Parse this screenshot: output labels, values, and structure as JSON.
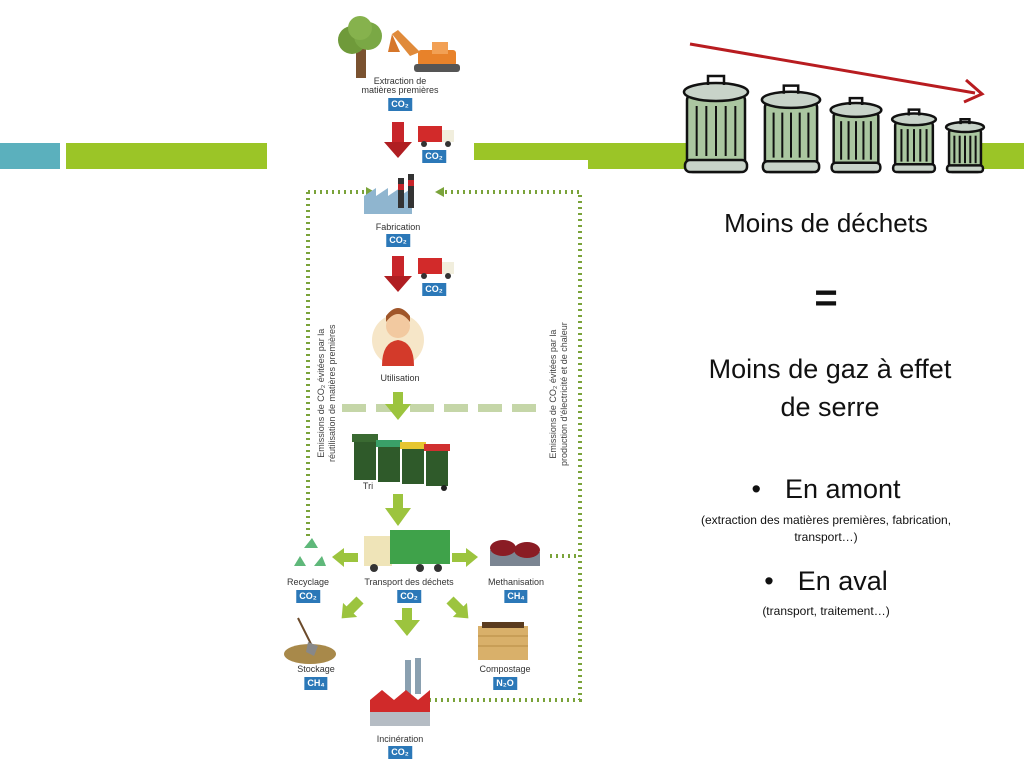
{
  "colors": {
    "teal_bar": "#5bb0bd",
    "green_bar": "#9bc527",
    "gas_badge": "#2b78b8",
    "trend_arrow": "#b81c20",
    "dotted_loop": "#7aa33a",
    "flow_arrow": "#9cc43e",
    "down_arrow_red": "#c8252a",
    "bin_fill": "#aac6a0"
  },
  "diagram": {
    "stages": {
      "extraction": {
        "label_line1": "Extraction de",
        "label_line2": "matières premières",
        "gas": "CO₂"
      },
      "transport1": {
        "gas": "CO₂"
      },
      "fabrication": {
        "label": "Fabrication",
        "gas": "CO₂"
      },
      "transport2": {
        "gas": "CO₂"
      },
      "utilisation": {
        "label": "Utilisation"
      },
      "tri": {
        "label": "Tri"
      },
      "transport_dechets": {
        "label": "Transport des déchets",
        "gas": "CO₂"
      },
      "recyclage": {
        "label": "Recyclage",
        "gas": "CO₂"
      },
      "methanisation": {
        "label": "Methanisation",
        "gas": "CH₄"
      },
      "stockage": {
        "label": "Stockage",
        "gas": "CH₄"
      },
      "compostage": {
        "label": "Compostage",
        "gas": "N₂O"
      },
      "incineration": {
        "label": "Incinération",
        "gas": "CO₂"
      }
    },
    "side_labels": {
      "left_line1": "Emissions de CO₂ évitées par la",
      "left_line2": "réutilisation de matières premières",
      "right_line1": "Emissions de CO₂ évitées par la",
      "right_line2": "production d'électricité et de chaleur"
    }
  },
  "trash_bins": {
    "count": 5,
    "trend": "decreasing"
  },
  "right_panel": {
    "line1": "Moins de déchets",
    "equals": "=",
    "line2a": "Moins de gaz à effet",
    "line2b": "de serre",
    "bullets": [
      {
        "marker": "•",
        "title": "En amont",
        "detail_line1": "(extraction des matières premières, fabrication,",
        "detail_line2": "transport…)"
      },
      {
        "marker": "•",
        "title": "En aval",
        "detail_line1": "(transport, traitement…)"
      }
    ]
  }
}
